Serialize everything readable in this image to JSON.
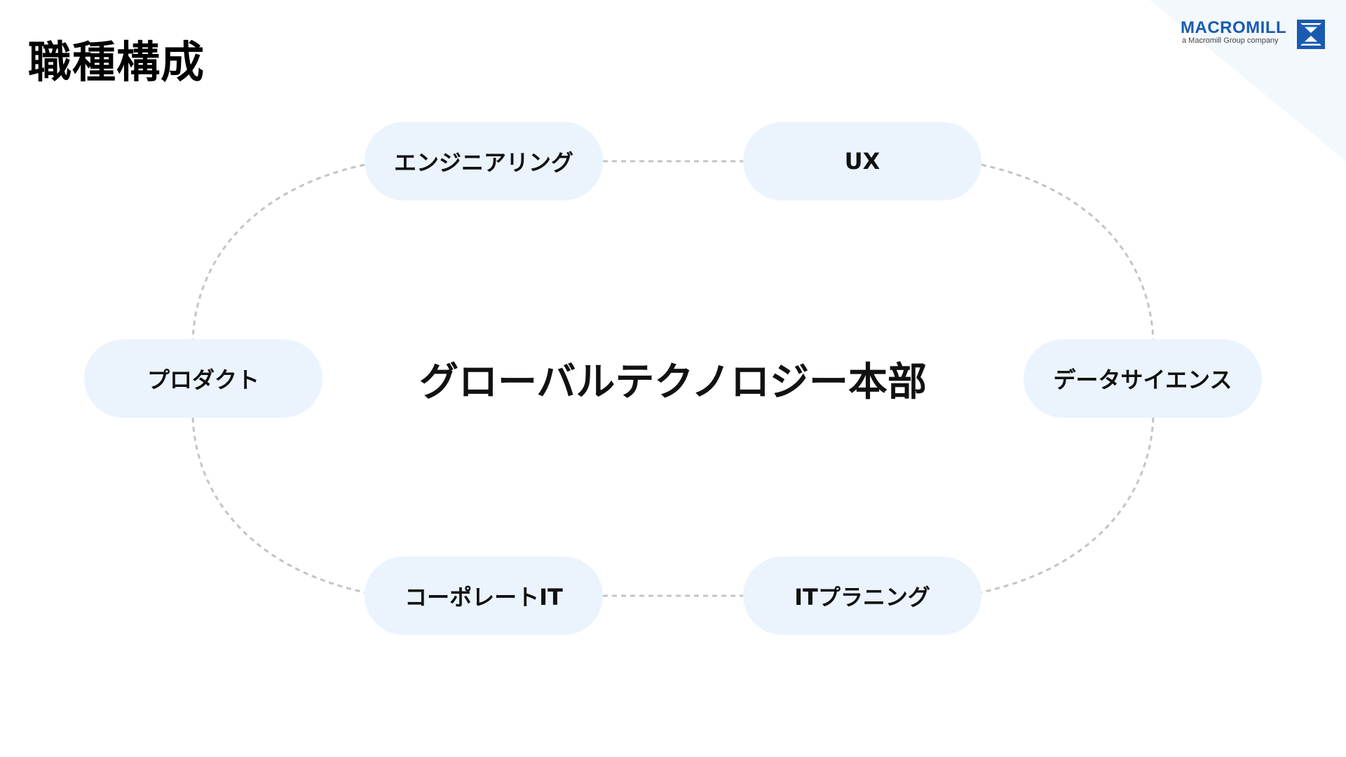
{
  "header": {
    "title": "職種構成"
  },
  "logo": {
    "wordmark": "MACROMILL",
    "tagline": "a Macromill Group company",
    "brand_color": "#1a5bb0"
  },
  "diagram": {
    "center": "グローバルテクノロジー本部",
    "nodes": {
      "engineering": "エンジニアリング",
      "ux": "UX",
      "product": "プロダクト",
      "data_science": "データサイエンス",
      "corporate_it": "コーポレートIT",
      "it_planning": "ITプラニング"
    },
    "node_color": "#ebf4fd",
    "connector_color": "#c4c4c4"
  }
}
